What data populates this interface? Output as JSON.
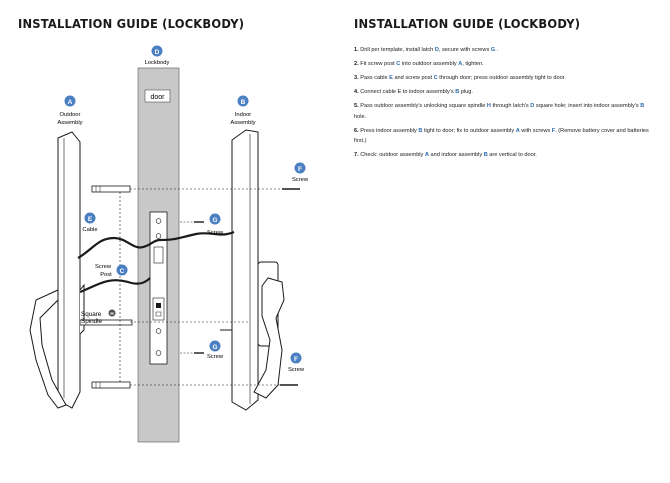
{
  "left_title": "INSTALLATION GUIDE (LOCKBODY)",
  "right_title": "INSTALLATION GUIDE (LOCKBODY)",
  "colors": {
    "badge": "#4a7fc1",
    "door": "#c8c8c8",
    "outline": "#1a1a1a"
  },
  "labels": {
    "A": {
      "letter": "A",
      "line1": "Outdoor",
      "line2": "Assembly"
    },
    "B": {
      "letter": "B",
      "line1": "Indoor",
      "line2": "Assembly"
    },
    "C": {
      "letter": "C",
      "line1": "Screw",
      "line2": "Post"
    },
    "D": {
      "letter": "D",
      "line1": "Lockbody"
    },
    "E": {
      "letter": "E",
      "line1": "Cable"
    },
    "F_top": {
      "letter": "F",
      "line1": "Screw"
    },
    "F_bottom": {
      "letter": "F",
      "line1": "Screw"
    },
    "G_top": {
      "letter": "G",
      "line1": "Screw"
    },
    "G_bottom": {
      "letter": "G",
      "line1": "Screw"
    },
    "H": {
      "letter": "H",
      "line1": "Square",
      "line2": "Spindle"
    },
    "door": "door"
  },
  "steps": [
    {
      "num": "1.",
      "parts": [
        {
          "t": " Drill per template, install latch "
        },
        {
          "l": "D"
        },
        {
          "t": ", secure with screws "
        },
        {
          "l": "G"
        },
        {
          "t": " ."
        }
      ]
    },
    {
      "num": "2.",
      "parts": [
        {
          "t": " Fit screw post "
        },
        {
          "l": "C"
        },
        {
          "t": " into outdoor assembly "
        },
        {
          "l": "A"
        },
        {
          "t": ", tighten."
        }
      ]
    },
    {
      "num": "3.",
      "parts": [
        {
          "t": " Pass cable "
        },
        {
          "l": "E"
        },
        {
          "t": " and screw post "
        },
        {
          "l": "C"
        },
        {
          "t": " through door; press outdoor assembly tight to door."
        }
      ]
    },
    {
      "num": "4.",
      "parts": [
        {
          "t": " Connect cable E to indoor assembly's "
        },
        {
          "l": "B"
        },
        {
          "t": " plug."
        }
      ]
    },
    {
      "num": "5.",
      "parts": [
        {
          "t": " Pass outdoor assembly's unlocking square spindle "
        },
        {
          "l": "H"
        },
        {
          "t": " through latch's "
        },
        {
          "l": "D"
        },
        {
          "t": " square hole; insert into indoor assembly's "
        },
        {
          "l": "B"
        },
        {
          "t": " hole."
        }
      ]
    },
    {
      "num": "6.",
      "parts": [
        {
          "t": " Press indoor assembly "
        },
        {
          "l": "B"
        },
        {
          "t": " tight to door; fix to outdoor assembly "
        },
        {
          "l": "A"
        },
        {
          "t": " with screws "
        },
        {
          "l": "F"
        },
        {
          "t": ". (Remove battery cover and batteries first.)"
        }
      ]
    },
    {
      "num": "7.",
      "parts": [
        {
          "t": " Check: outdoor assembly "
        },
        {
          "l": "A"
        },
        {
          "t": " and indoor assembly "
        },
        {
          "l": "B"
        },
        {
          "t": " are vertical to door."
        }
      ]
    }
  ]
}
